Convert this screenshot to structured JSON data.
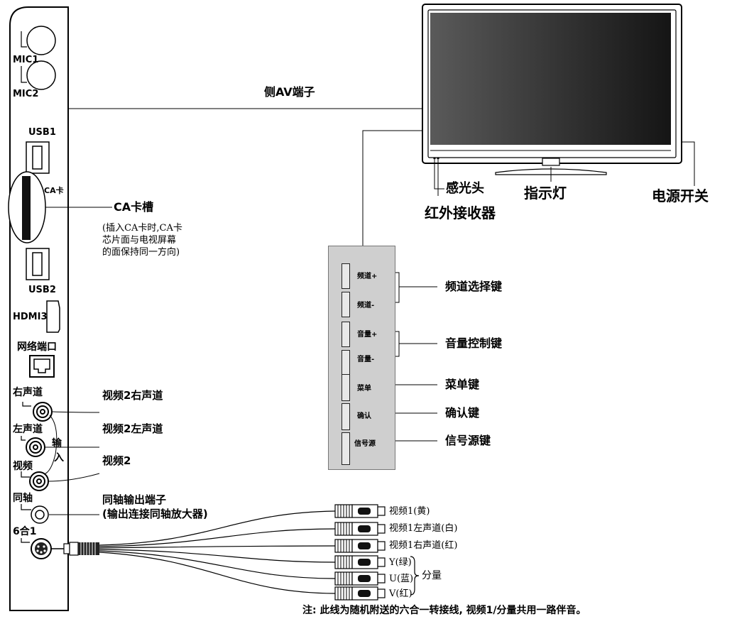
{
  "side_panel": {
    "mic1": "MIC1",
    "mic2": "MIC2",
    "usb1": "USB1",
    "ca_small": "CA卡",
    "usb2": "USB2",
    "hdmi3": "HDMI3",
    "network": "网络端口",
    "right_ch": "右声道",
    "left_ch": "左声道",
    "input_1": "输",
    "input_2": "入",
    "video": "视频",
    "coax": "同轴",
    "six_in_one": "6合1"
  },
  "labels": {
    "side_av": "侧AV端子",
    "ca_slot": "CA卡槽",
    "ca_note_1": "(插入CA卡时,CA卡",
    "ca_note_2": "芯片面与电视屏幕",
    "ca_note_3": "的面保持同一方向)",
    "video2_right": "视频2右声道",
    "video2_left": "视频2左声道",
    "video2": "视频2",
    "coax_out": "同轴输出端子",
    "coax_out_note": "(输出连接同轴放大器)"
  },
  "tv": {
    "sensor": "感光头",
    "ir": "红外接收器",
    "indicator": "指示灯",
    "power": "电源开关"
  },
  "keypad": {
    "ch_up": "频道+",
    "ch_down": "频道-",
    "vol_up": "音量+",
    "vol_down": "音量-",
    "menu": "菜单",
    "ok": "确认",
    "source": "信号源",
    "ch_select": "频道选择键",
    "vol_control": "音量控制键",
    "menu_key": "菜单键",
    "ok_key": "确认键",
    "source_key": "信号源键"
  },
  "cable": {
    "video1": "视频1(黄)",
    "video1_left": "视频1左声道(白)",
    "video1_right": "视频1右声道(红)",
    "y": "Y(绿)",
    "u": "U(蓝)",
    "v": "V(红)",
    "component": "分量",
    "footnote": "注: 此线为随机附送的六合一转接线, 视频1/分量共用一路伴音。"
  }
}
